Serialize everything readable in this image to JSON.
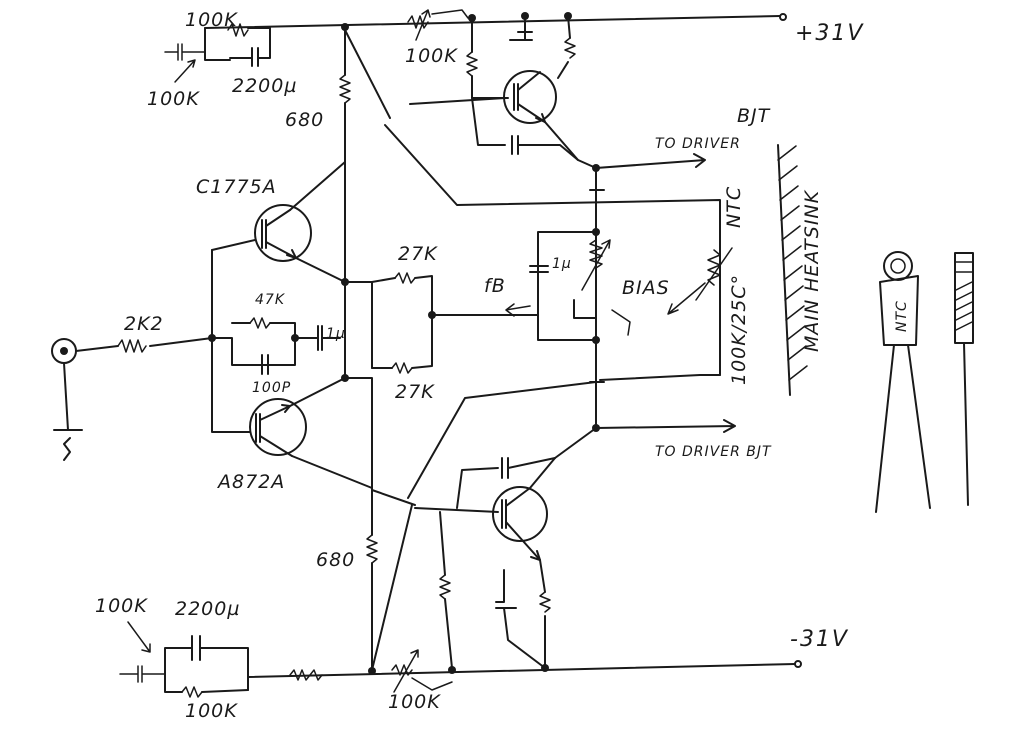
{
  "supply": {
    "positive": "+31V",
    "negative": "-31V"
  },
  "transistors": {
    "upper_input": "C1775A",
    "lower_input": "A872A"
  },
  "resistors": {
    "input_series": "2K2",
    "feedback_upper": "27K",
    "feedback_lower": "27K",
    "parallel_47k": "47K",
    "upper_680": "680",
    "lower_680": "680",
    "top_left_100k": "100K",
    "top_trim_100k": "100K",
    "bottom_left_100k": "100K",
    "bottom_trim_100k": "100K",
    "top_overwritten": "100K",
    "bottom_overwritten": "100K",
    "ntc_value": "100K/25C°"
  },
  "capacitors": {
    "top_2200": "2200µ",
    "bottom_2200": "2200µ",
    "cap_100p": "100P",
    "cap_1u_small": "1µ",
    "cap_1u_bias": "1µ",
    "fb": "fB"
  },
  "annotations": {
    "bias": "BIAS",
    "to_driver_top": "TO DRIVER",
    "bjt_top": "BJT",
    "to_driver_bottom": "TO DRIVER BJT",
    "ntc": "NTC",
    "heatsink": "MAIN HEATSINK",
    "ntc_component": "NTC"
  }
}
